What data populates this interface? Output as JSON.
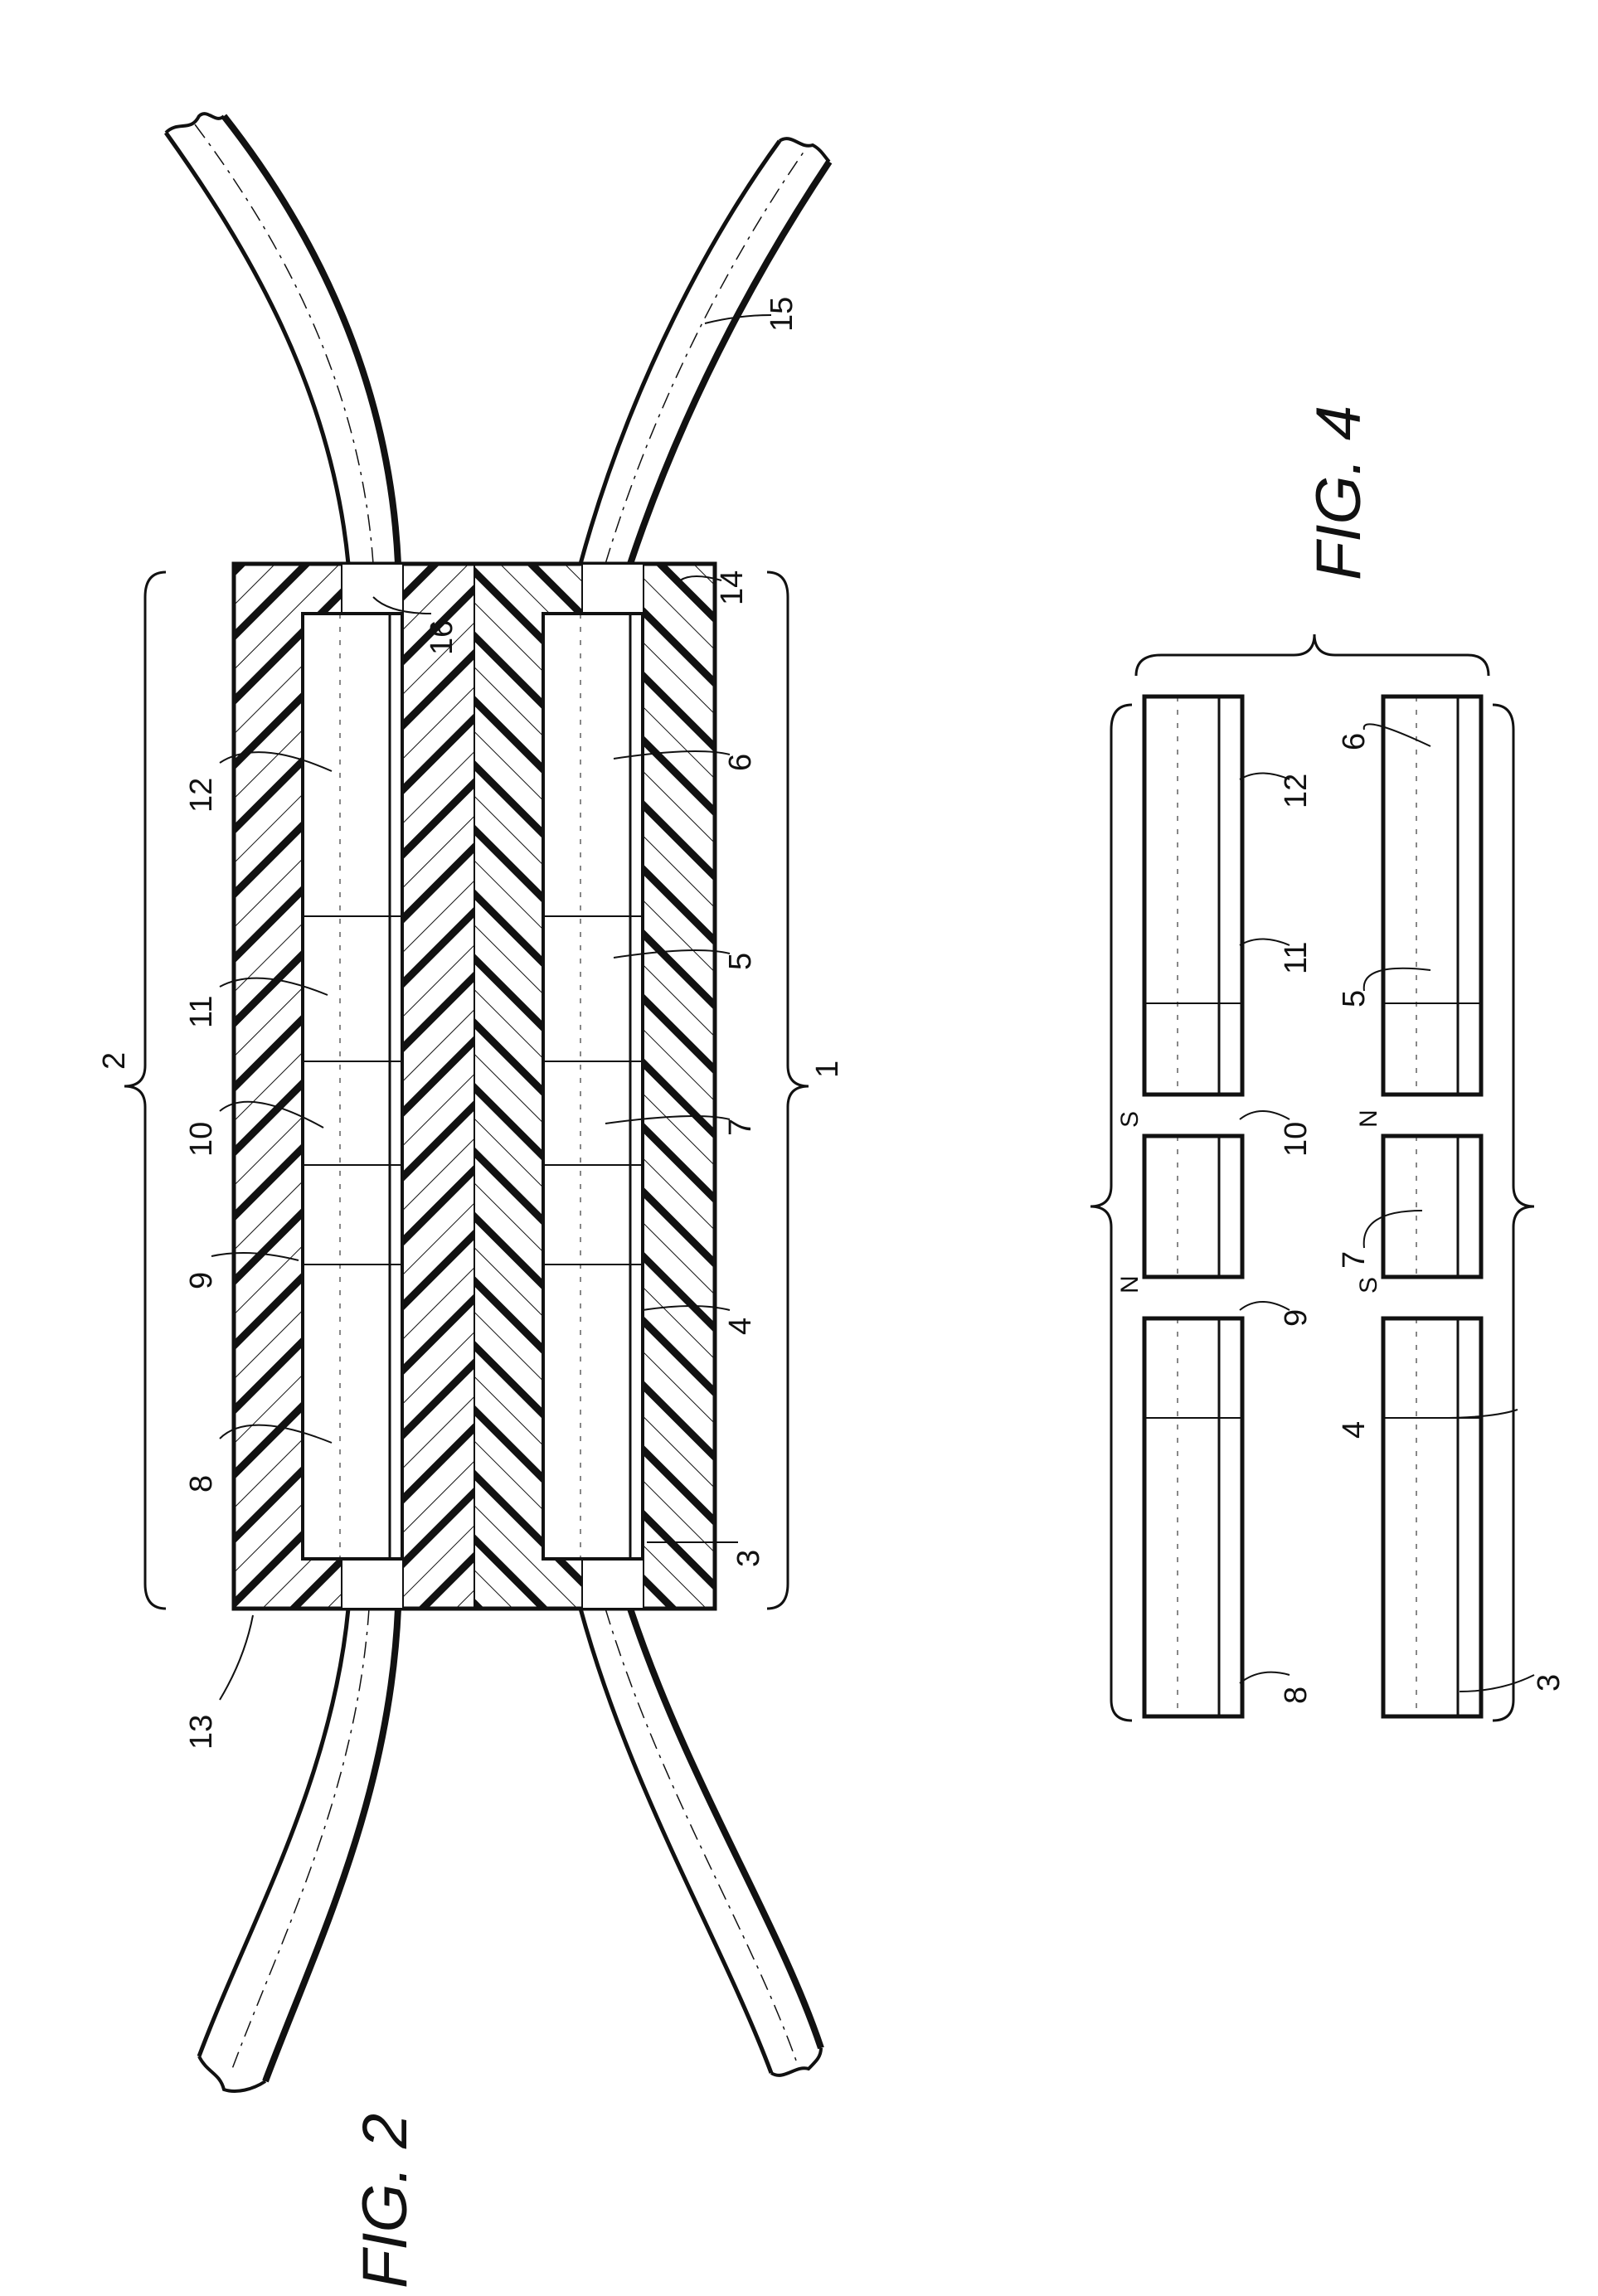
{
  "figures": {
    "fig2": {
      "caption": "FIG. 2"
    },
    "fig4": {
      "caption": "FIG. 4"
    }
  },
  "fig2_labels": {
    "l1": "1",
    "l2": "2",
    "l3": "3",
    "l4": "4",
    "l5": "5",
    "l6": "6",
    "l7": "7",
    "l8": "8",
    "l9": "9",
    "l10": "10",
    "l11": "11",
    "l12": "12",
    "l13": "13",
    "l14": "14",
    "l15": "15",
    "l16": "16"
  },
  "fig4_labels": {
    "l3": "3",
    "l4": "4",
    "l5": "5",
    "l6": "6",
    "l7": "7",
    "l8": "8",
    "l9": "9",
    "l10": "10",
    "l11": "11",
    "l12": "12"
  },
  "poles": {
    "n_top": "N",
    "s_top": "S",
    "n_bottom": "N",
    "s_bottom": "S"
  }
}
